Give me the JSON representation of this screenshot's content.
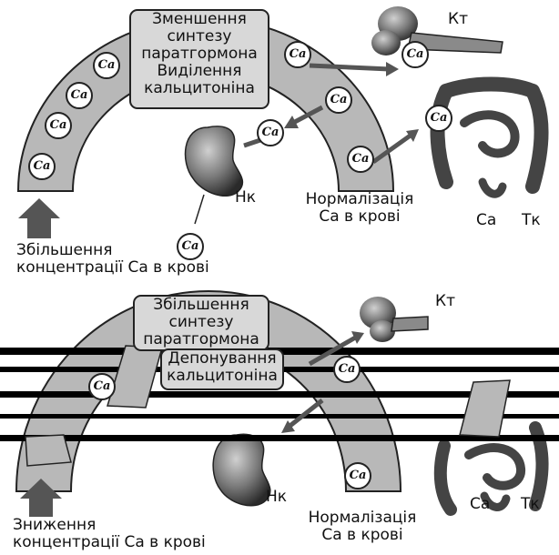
{
  "panel_top": {
    "box_lines": [
      "Зменшення",
      "синтезу",
      "паратгормона",
      "Виділення",
      "кальцитоніна"
    ],
    "bone_label": "Кт",
    "kidney_label": "Нк",
    "normalization": [
      "Нормалізація",
      "Са в крові"
    ],
    "gut_labels": [
      "Са",
      "Тк"
    ],
    "trigger": [
      "Збільшення",
      "концентрації Са в крові"
    ],
    "ion": "Ca"
  },
  "panel_bottom": {
    "box1_lines": [
      "Збільшення",
      "синтезу",
      "паратгормона"
    ],
    "box2_lines": [
      "Депонування",
      "кальцитоніна"
    ],
    "bone_label": "Кт",
    "kidney_label": "Нк",
    "normalization": [
      "Нормалізація",
      "Са в крові"
    ],
    "gut_labels": [
      "Са",
      "Тк"
    ],
    "trigger": [
      "Зниження",
      "концентрації Са в крові"
    ],
    "ion": "Ca"
  },
  "colors": {
    "arc": "#b8b8b8",
    "box": "#d8d8d8",
    "stroke": "#222222",
    "arrow": "#555555",
    "organ": "#777777"
  }
}
